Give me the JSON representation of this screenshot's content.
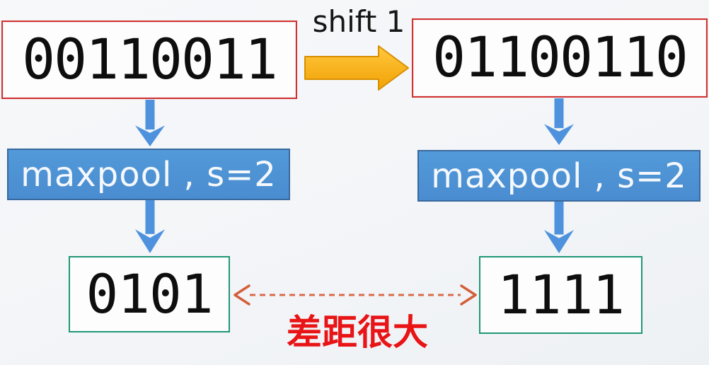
{
  "diagram": {
    "top_row": {
      "input_left": "00110011",
      "shift_label": "shift 1",
      "input_right": "01100110"
    },
    "pool_row": {
      "left_label": "maxpool , s=2",
      "right_label": "maxpool , s=2"
    },
    "output_row": {
      "left_value": "0101",
      "right_value": "1111",
      "gap_label": "差距很大"
    },
    "colors": {
      "input_box_border": "#cf3230",
      "pool_box_fill": "#4b8fd2",
      "pool_box_border": "#39699e",
      "flow_arrow_blue": "#4e92de",
      "shift_arrow_fill": "#fdb515",
      "shift_arrow_border": "#d88f00",
      "output_box_border": "#1f9776",
      "gap_arrow_orange": "#d96b4a",
      "gap_text_red": "#e81416"
    }
  }
}
